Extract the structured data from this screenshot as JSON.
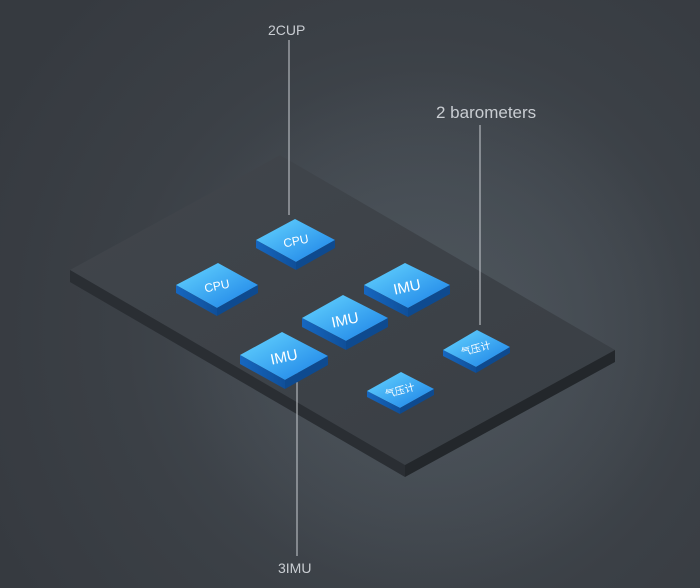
{
  "callouts": {
    "cpu": "2CUP",
    "barometers": "2 barometers",
    "imu": "3IMU"
  },
  "chips": {
    "cpu_top": "CPU",
    "cpu_left": "CPU",
    "imu_right": "IMU",
    "imu_center": "IMU",
    "imu_front": "IMU",
    "baro_right": "气压计",
    "baro_bottom": "气压计"
  },
  "colors": {
    "background": "#3a3f45",
    "board_top": "#3d4248",
    "board_side": "#2a2e33",
    "chip_light": "#5cc8ff",
    "chip_dark": "#1f86e6",
    "line": "#c9cdd2"
  }
}
